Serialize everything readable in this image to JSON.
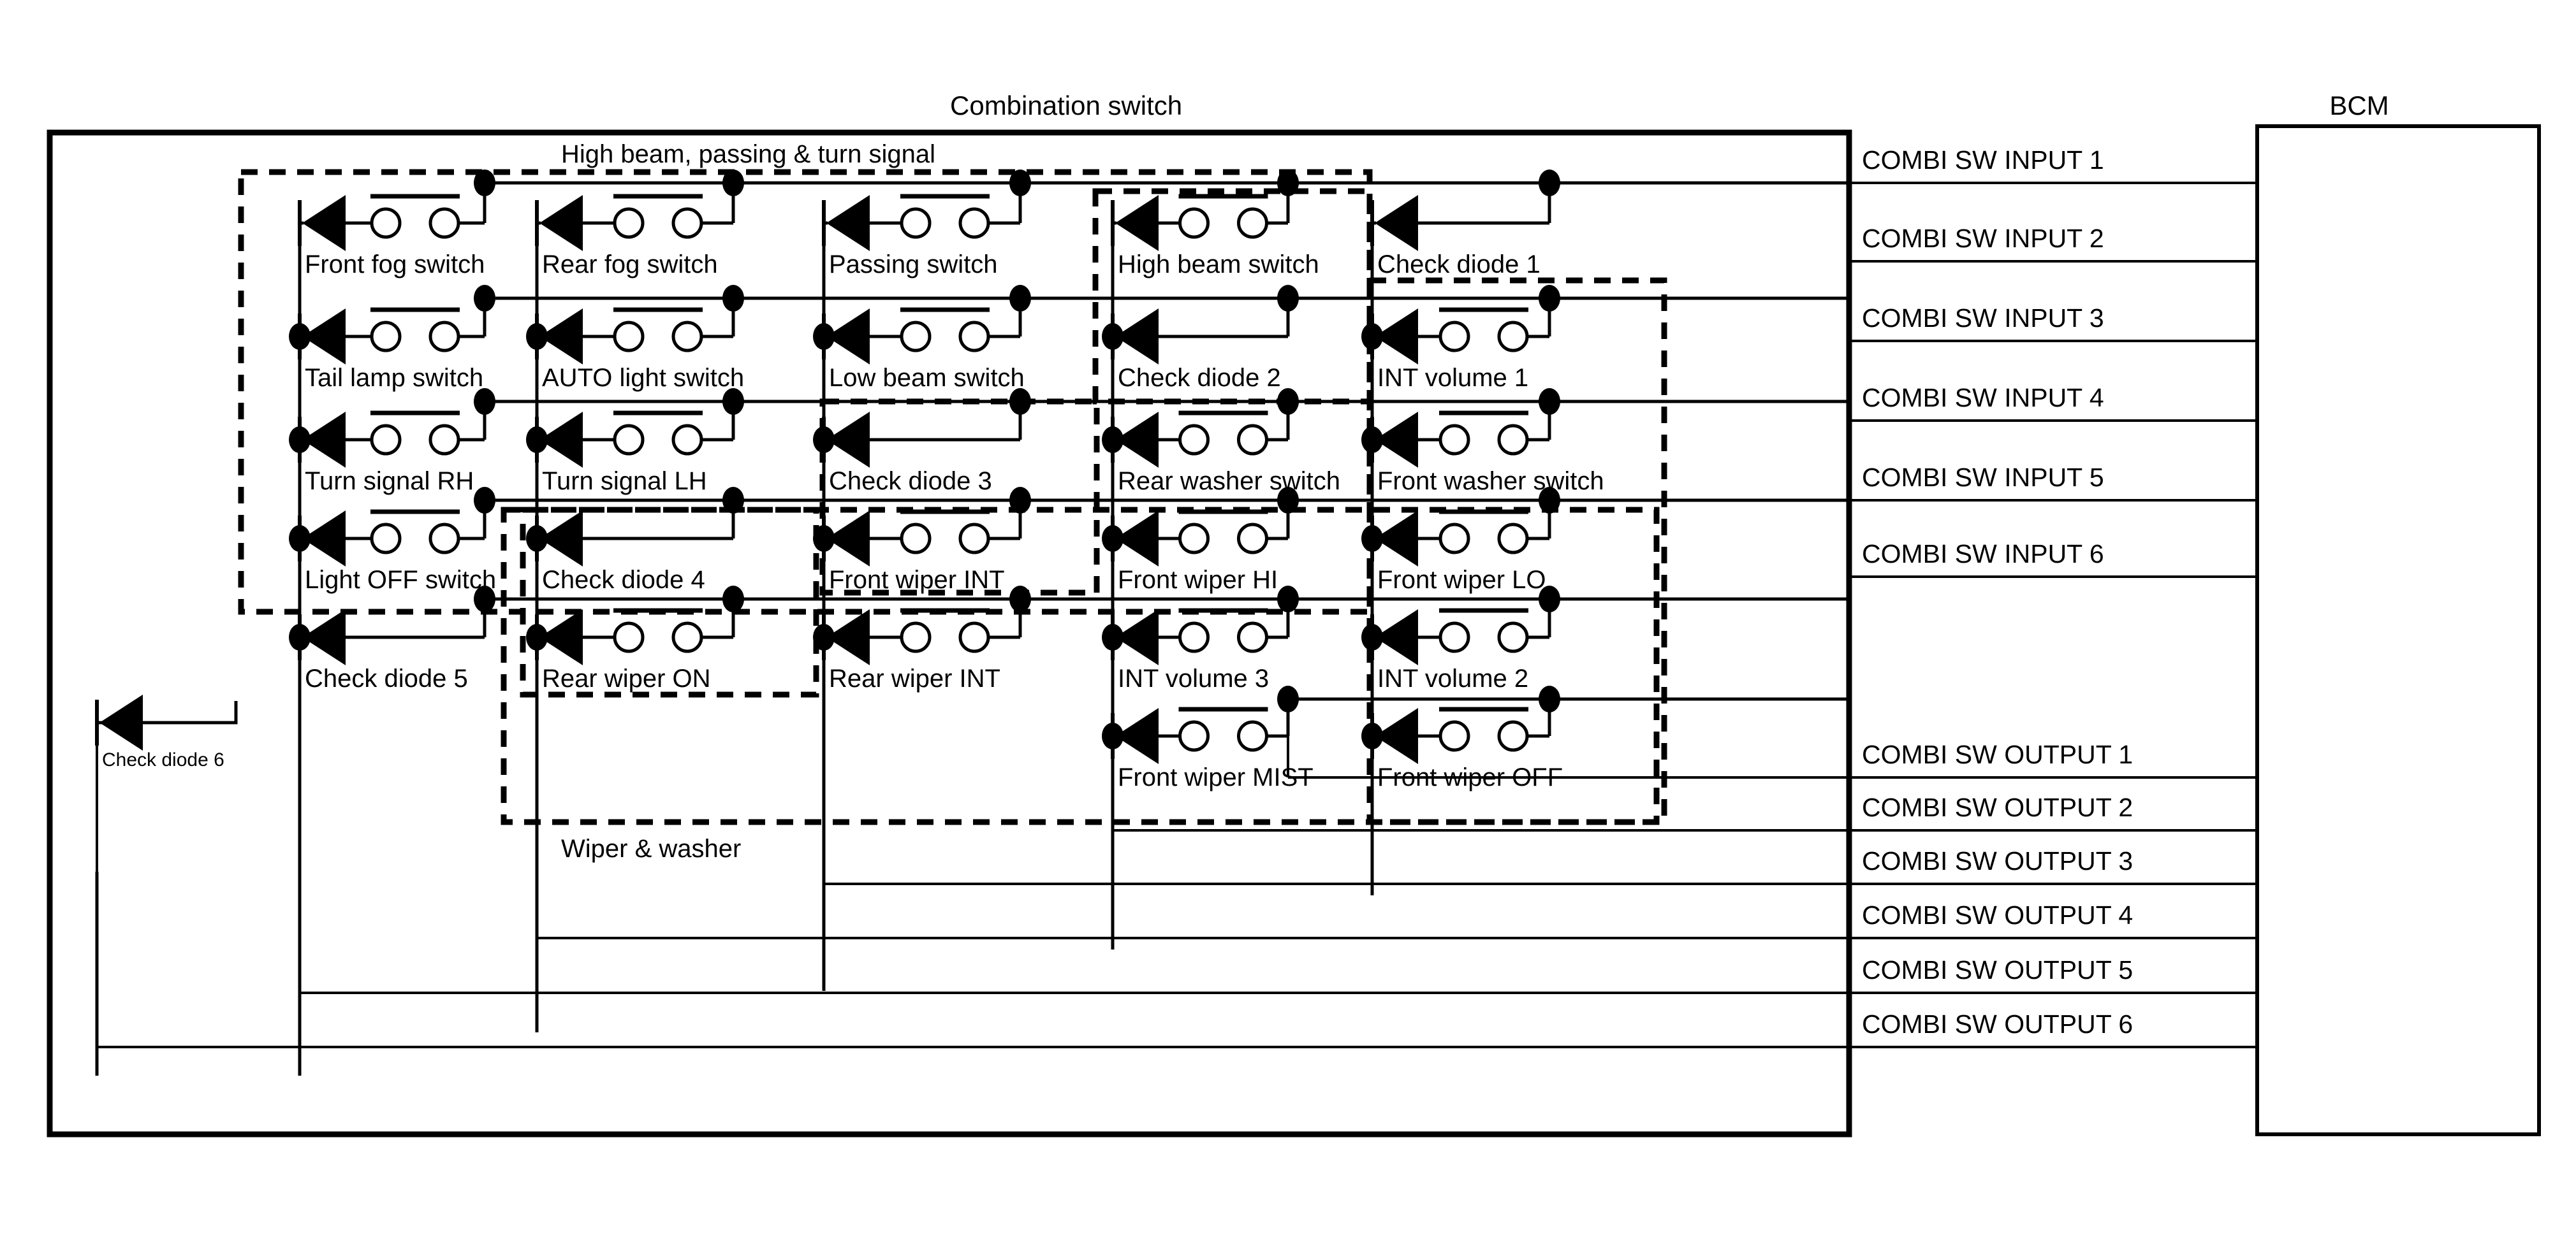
{
  "diagram": {
    "title": "Combination switch",
    "bcm_title": "BCM",
    "group_labels": {
      "high_beam_group": "High beam, passing & turn signal",
      "wiper_group": "Wiper & washer"
    },
    "external": {
      "check_diode_6": "Check diode 6"
    },
    "switches": [
      {
        "id": "front-fog-switch",
        "label": "Front fog switch",
        "row": 1,
        "col": 1,
        "type": "switch"
      },
      {
        "id": "rear-fog-switch",
        "label": "Rear fog switch",
        "row": 1,
        "col": 2,
        "type": "switch"
      },
      {
        "id": "passing-switch",
        "label": "Passing switch",
        "row": 1,
        "col": 3,
        "type": "switch"
      },
      {
        "id": "high-beam-switch",
        "label": "High beam switch",
        "row": 1,
        "col": 4,
        "type": "switch"
      },
      {
        "id": "check-diode-1",
        "label": "Check diode 1",
        "row": 1,
        "col": 5,
        "type": "diode"
      },
      {
        "id": "tail-lamp-switch",
        "label": "Tail lamp switch",
        "row": 2,
        "col": 1,
        "type": "switch"
      },
      {
        "id": "auto-light-switch",
        "label": "AUTO light switch",
        "row": 2,
        "col": 2,
        "type": "switch"
      },
      {
        "id": "low-beam-switch",
        "label": "Low beam switch",
        "row": 2,
        "col": 3,
        "type": "switch"
      },
      {
        "id": "check-diode-2",
        "label": "Check diode 2",
        "row": 2,
        "col": 4,
        "type": "diode"
      },
      {
        "id": "int-volume-1",
        "label": "INT volume 1",
        "row": 2,
        "col": 5,
        "type": "switch"
      },
      {
        "id": "turn-signal-rh",
        "label": "Turn signal RH",
        "row": 3,
        "col": 1,
        "type": "switch"
      },
      {
        "id": "turn-signal-lh",
        "label": "Turn signal LH",
        "row": 3,
        "col": 2,
        "type": "switch"
      },
      {
        "id": "check-diode-3",
        "label": "Check diode 3",
        "row": 3,
        "col": 3,
        "type": "diode"
      },
      {
        "id": "rear-washer-switch",
        "label": "Rear washer switch",
        "row": 3,
        "col": 4,
        "type": "switch"
      },
      {
        "id": "front-washer-switch",
        "label": "Front washer switch",
        "row": 3,
        "col": 5,
        "type": "switch"
      },
      {
        "id": "light-off-switch",
        "label": "Light OFF switch",
        "row": 4,
        "col": 1,
        "type": "switch"
      },
      {
        "id": "check-diode-4",
        "label": "Check diode 4",
        "row": 4,
        "col": 2,
        "type": "diode"
      },
      {
        "id": "front-wiper-int",
        "label": "Front wiper INT",
        "row": 4,
        "col": 3,
        "type": "switch"
      },
      {
        "id": "front-wiper-hi",
        "label": "Front wiper HI",
        "row": 4,
        "col": 4,
        "type": "switch"
      },
      {
        "id": "front-wiper-lo",
        "label": "Front wiper LO",
        "row": 4,
        "col": 5,
        "type": "switch"
      },
      {
        "id": "check-diode-5",
        "label": "Check diode 5",
        "row": 5,
        "col": 1,
        "type": "diode"
      },
      {
        "id": "rear-wiper-on",
        "label": "Rear wiper ON",
        "row": 5,
        "col": 2,
        "type": "switch"
      },
      {
        "id": "rear-wiper-int",
        "label": "Rear wiper INT",
        "row": 5,
        "col": 3,
        "type": "switch"
      },
      {
        "id": "int-volume-3",
        "label": "INT volume 3",
        "row": 5,
        "col": 4,
        "type": "switch"
      },
      {
        "id": "int-volume-2",
        "label": "INT volume 2",
        "row": 5,
        "col": 5,
        "type": "switch"
      },
      {
        "id": "front-wiper-mist",
        "label": "Front wiper MIST",
        "row": 6,
        "col": 4,
        "type": "switch"
      },
      {
        "id": "front-wiper-off",
        "label": "Front wiper OFF",
        "row": 6,
        "col": 5,
        "type": "switch"
      }
    ],
    "inputs": [
      {
        "id": "combi-sw-input-1",
        "label": "COMBI SW INPUT 1"
      },
      {
        "id": "combi-sw-input-2",
        "label": "COMBI SW INPUT 2"
      },
      {
        "id": "combi-sw-input-3",
        "label": "COMBI SW INPUT 3"
      },
      {
        "id": "combi-sw-input-4",
        "label": "COMBI SW INPUT 4"
      },
      {
        "id": "combi-sw-input-5",
        "label": "COMBI SW INPUT 5"
      },
      {
        "id": "combi-sw-input-6",
        "label": "COMBI SW INPUT 6"
      }
    ],
    "outputs": [
      {
        "id": "combi-sw-output-1",
        "label": "COMBI SW OUTPUT 1"
      },
      {
        "id": "combi-sw-output-2",
        "label": "COMBI SW OUTPUT 2"
      },
      {
        "id": "combi-sw-output-3",
        "label": "COMBI SW OUTPUT 3"
      },
      {
        "id": "combi-sw-output-4",
        "label": "COMBI SW OUTPUT 4"
      },
      {
        "id": "combi-sw-output-5",
        "label": "COMBI SW OUTPUT 5"
      },
      {
        "id": "combi-sw-output-6",
        "label": "COMBI SW OUTPUT 6"
      }
    ],
    "colors": {
      "line": "#000000",
      "background": "#ffffff"
    }
  }
}
